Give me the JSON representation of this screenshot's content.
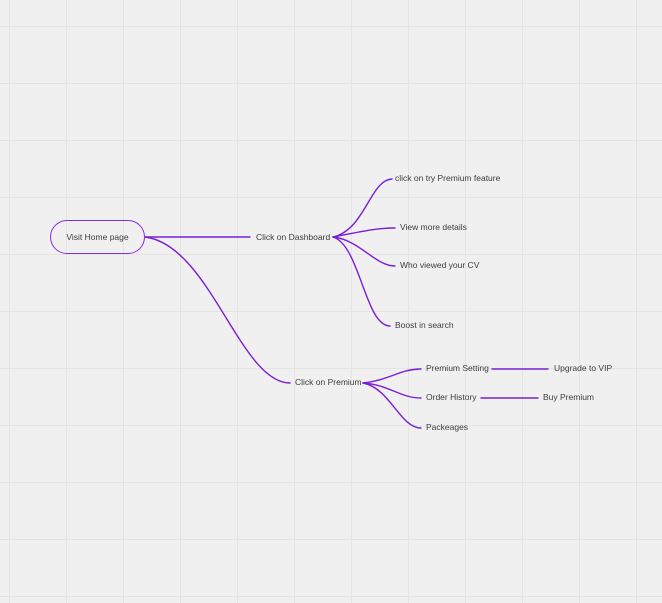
{
  "mindmap": {
    "root": "Visit Home page",
    "dashboard": {
      "label": "Click on Dashboard",
      "children": [
        "click on try Premium feature",
        "View more details",
        "Who viewed your CV",
        "Boost in search"
      ]
    },
    "premium": {
      "label": "Click on Premium",
      "children": [
        {
          "label": "Premium Setting",
          "child": "Upgrade to VIP"
        },
        {
          "label": "Order History",
          "child": "Buy Premium"
        },
        {
          "label": "Packeages"
        }
      ]
    },
    "edge_color": "#7a1fd6",
    "root_border_color": "#8a2be2"
  }
}
